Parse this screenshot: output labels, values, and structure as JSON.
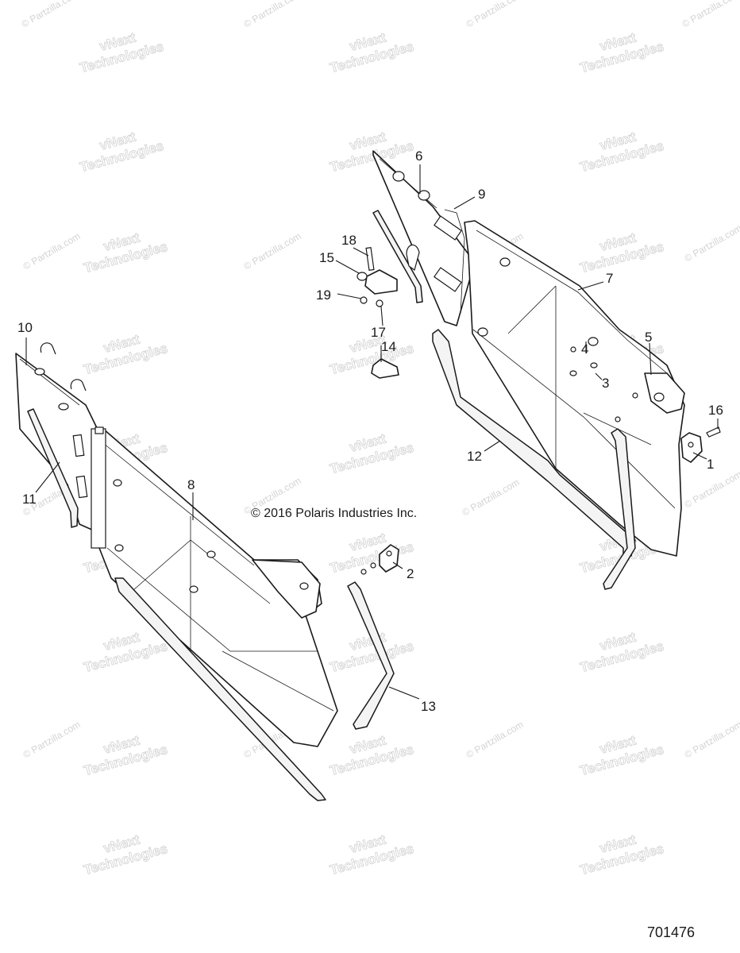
{
  "copyright": "© 2016 Polaris Industries Inc.",
  "drawing_number": "701476",
  "watermarks": {
    "vnext_line1": "vNext",
    "vnext_line2": "Technologies",
    "partzilla": "© Partzilla.com"
  },
  "callouts": {
    "c1": "1",
    "c2": "2",
    "c3": "3",
    "c4": "4",
    "c5": "5",
    "c6": "6",
    "c7": "7",
    "c8": "8",
    "c9": "9",
    "c10": "10",
    "c11": "11",
    "c12": "12",
    "c13": "13",
    "c14": "14",
    "c15": "15",
    "c16": "16",
    "c17": "17",
    "c18": "18",
    "c19": "19"
  }
}
